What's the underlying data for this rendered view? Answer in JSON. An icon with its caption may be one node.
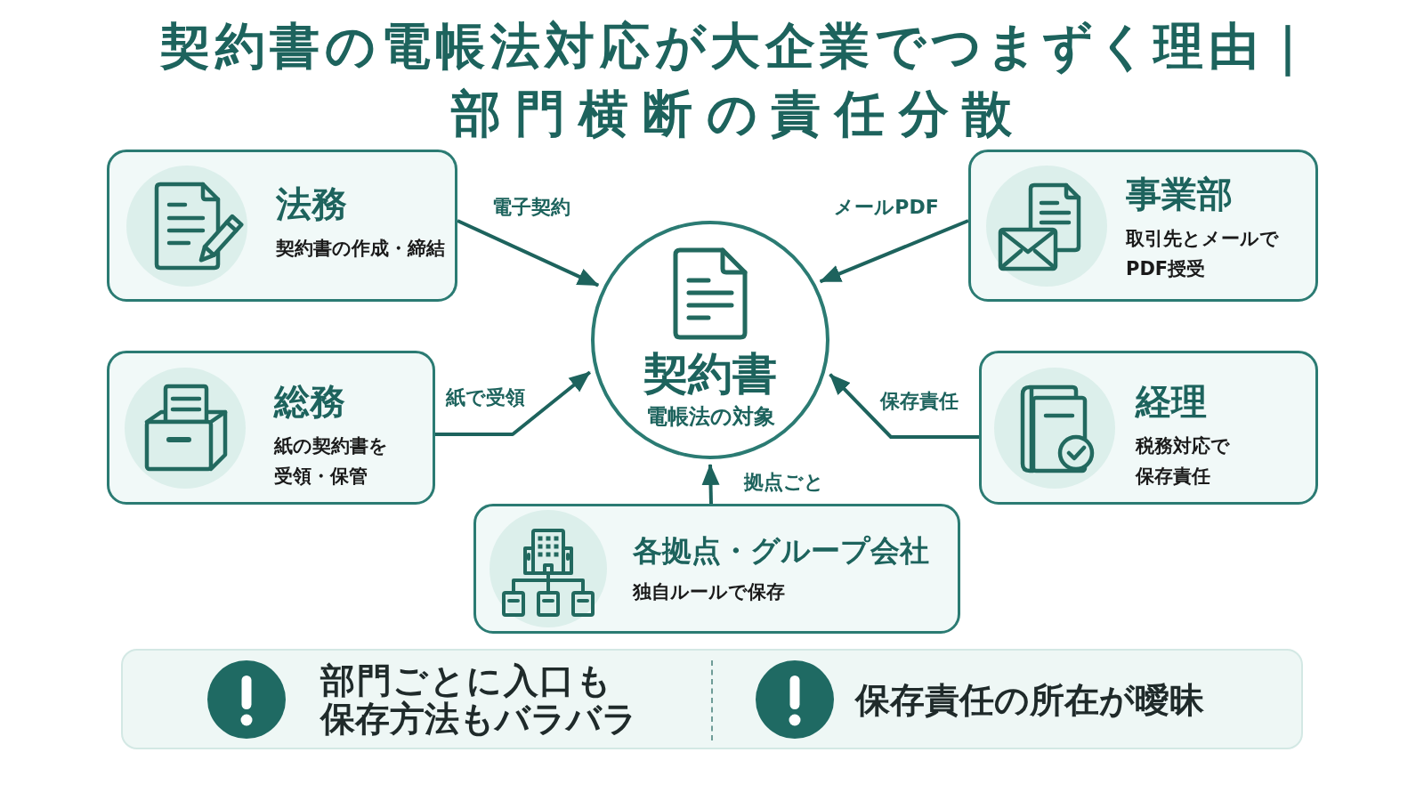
{
  "diagram": {
    "title": "契約書の電帳法対応が大企業でつまずく理由｜部門横断の責任分散",
    "nodes": [
      {
        "text": [
          "法務",
          "契約書の作成・締結"
        ]
      },
      {
        "text": [
          "事業部",
          "取引先とメールでPDF授受"
        ]
      },
      {
        "text": [
          "契約書",
          "電帳法の対象"
        ]
      },
      {
        "text": [
          "総務",
          "紙の契約書を受領・保管"
        ]
      },
      {
        "text": [
          "経理",
          "税務対応で保存責任"
        ]
      },
      {
        "text": [
          "各拠点・グループ会社",
          "独自ルールで保存"
        ]
      },
      {
        "text": [
          "部門ごとに入口も保存方法もバラバラ",
          "保存責任の所在が曖昧"
        ]
      }
    ],
    "edges": [
      {
        "from": 0,
        "to": 2,
        "arrow": "to",
        "label": "電子契約"
      },
      {
        "from": 1,
        "to": 2,
        "arrow": "to",
        "label": "メールPDF"
      },
      {
        "from": 3,
        "to": 2,
        "arrow": "to",
        "label": "紙で受領"
      },
      {
        "from": 4,
        "to": 2,
        "arrow": "to",
        "label": "保存責任"
      },
      {
        "from": 5,
        "to": 2,
        "arrow": "to",
        "label": "拠点ごと"
      }
    ]
  }
}
